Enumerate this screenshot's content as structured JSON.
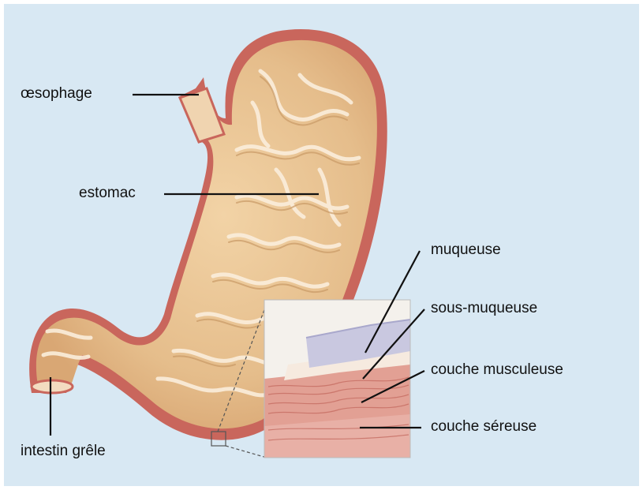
{
  "labels": {
    "oesophagus": "œsophage",
    "stomach": "estomac",
    "small_intestine": "intestin grêle",
    "mucosa": "muqueuse",
    "submucosa": "sous-muqueuse",
    "muscular_layer": "couche musculeuse",
    "serosa": "couche séreuse"
  },
  "colors": {
    "background": "#d8e8f3",
    "stomach_wall": "#c9665c",
    "stomach_interior": "#e7c08f",
    "fold_highlight": "#fbeedc",
    "mucosa_layer": "#c9c8e0",
    "muscle_layer": "#e2a094",
    "leader_line": "#111111"
  }
}
